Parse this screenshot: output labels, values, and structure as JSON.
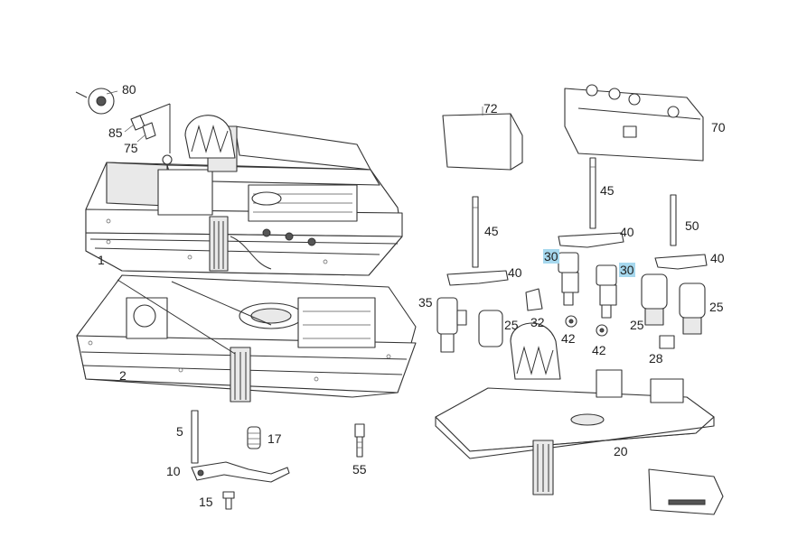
{
  "labels": {
    "n80": "80",
    "n85": "85",
    "n75": "75",
    "n1": "1",
    "n2": "2",
    "n5": "5",
    "n10": "10",
    "n15": "15",
    "n17": "17",
    "n55": "55",
    "n72": "72",
    "n70": "70",
    "n45a": "45",
    "n45b": "45",
    "n50": "50",
    "n40a": "40",
    "n40b": "40",
    "n40c": "40",
    "n30a": "30",
    "n30b": "30",
    "n35": "35",
    "n25a": "25",
    "n25b": "25",
    "n25c": "25",
    "n32": "32",
    "n42a": "42",
    "n42b": "42",
    "n28": "28",
    "n20": "20"
  },
  "colors": {
    "line": "#333333",
    "highlight": "#a6d8ee"
  }
}
